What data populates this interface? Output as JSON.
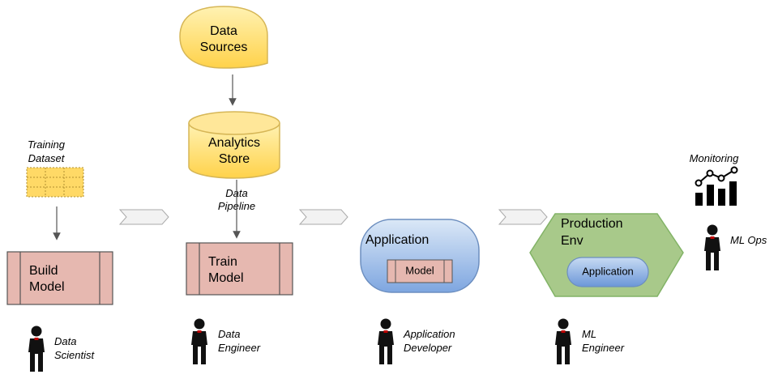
{
  "nodes": {
    "data_sources": [
      "Data",
      "Sources"
    ],
    "analytics_store": [
      "Analytics",
      "Store"
    ],
    "training_dataset": [
      "Training",
      "Dataset"
    ],
    "data_pipeline": [
      "Data",
      "Pipeline"
    ],
    "build_model": [
      "Build",
      "Model"
    ],
    "train_model": [
      "Train",
      "Model"
    ],
    "application": "Application",
    "model": "Model",
    "production_env": [
      "Production",
      "Env"
    ],
    "prod_application": "Application",
    "monitoring": "Monitoring"
  },
  "roles": {
    "data_scientist": [
      "Data",
      "Scientist"
    ],
    "data_engineer": [
      "Data",
      "Engineer"
    ],
    "app_developer": [
      "Application",
      "Developer"
    ],
    "ml_engineer": [
      "ML",
      "Engineer"
    ],
    "ml_ops": "ML Ops"
  },
  "colors": {
    "yellow_fill": "#ffd966",
    "yellow_stroke": "#d6b656",
    "pink_fill": "#e6b8b0",
    "pink_stroke": "#555555",
    "blue_fill": "#a9c4eb",
    "blue_stroke": "#6c8ebf",
    "green_fill": "#a8c98a",
    "green_stroke": "#82b366",
    "chevron_fill": "#f2f2f2",
    "chevron_stroke": "#aaaaaa"
  },
  "icons": [
    "person-icon",
    "monitoring-chart-icon",
    "dataset-grid-icon",
    "chevron-arrow-icon"
  ]
}
